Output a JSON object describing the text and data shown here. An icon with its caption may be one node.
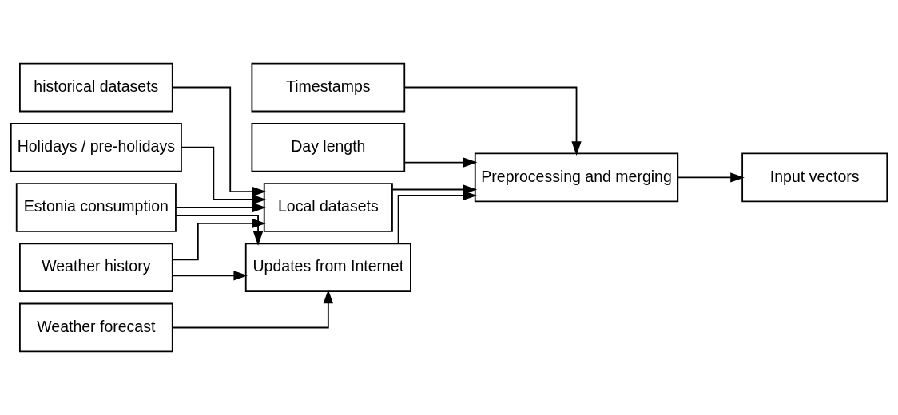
{
  "diagram": {
    "nodes": [
      {
        "text": [
          "Timestamps"
        ]
      },
      {
        "text": [
          "Day length"
        ]
      },
      {
        "text": [
          "Holidays / pre-holidays"
        ]
      },
      {
        "text": [
          "historical datasets"
        ]
      },
      {
        "text": [
          "Weather history"
        ]
      },
      {
        "text": [
          "Weather forecast"
        ]
      },
      {
        "text": [
          "Estonia consumption"
        ]
      },
      {
        "text": [
          "Local datasets"
        ]
      },
      {
        "text": [
          "Updates from Internet"
        ]
      },
      {
        "text": [
          "Preprocessing and merging"
        ]
      },
      {
        "text": [
          "Input vectors"
        ]
      }
    ],
    "edges": [
      {
        "from": 0,
        "to": 9,
        "arrow": "to"
      },
      {
        "from": 1,
        "to": 9,
        "arrow": "to"
      },
      {
        "from": 2,
        "to": 7,
        "arrow": "to"
      },
      {
        "from": 3,
        "to": 7,
        "arrow": "to"
      },
      {
        "from": 4,
        "to": 7,
        "arrow": "to"
      },
      {
        "from": 6,
        "to": 7,
        "arrow": "to"
      },
      {
        "from": 4,
        "to": 8,
        "arrow": "to"
      },
      {
        "from": 5,
        "to": 8,
        "arrow": "to"
      },
      {
        "from": 6,
        "to": 8,
        "arrow": "to"
      },
      {
        "from": 7,
        "to": 9,
        "arrow": "to"
      },
      {
        "from": 8,
        "to": 9,
        "arrow": "to"
      },
      {
        "from": 9,
        "to": 10,
        "arrow": "to"
      }
    ]
  }
}
